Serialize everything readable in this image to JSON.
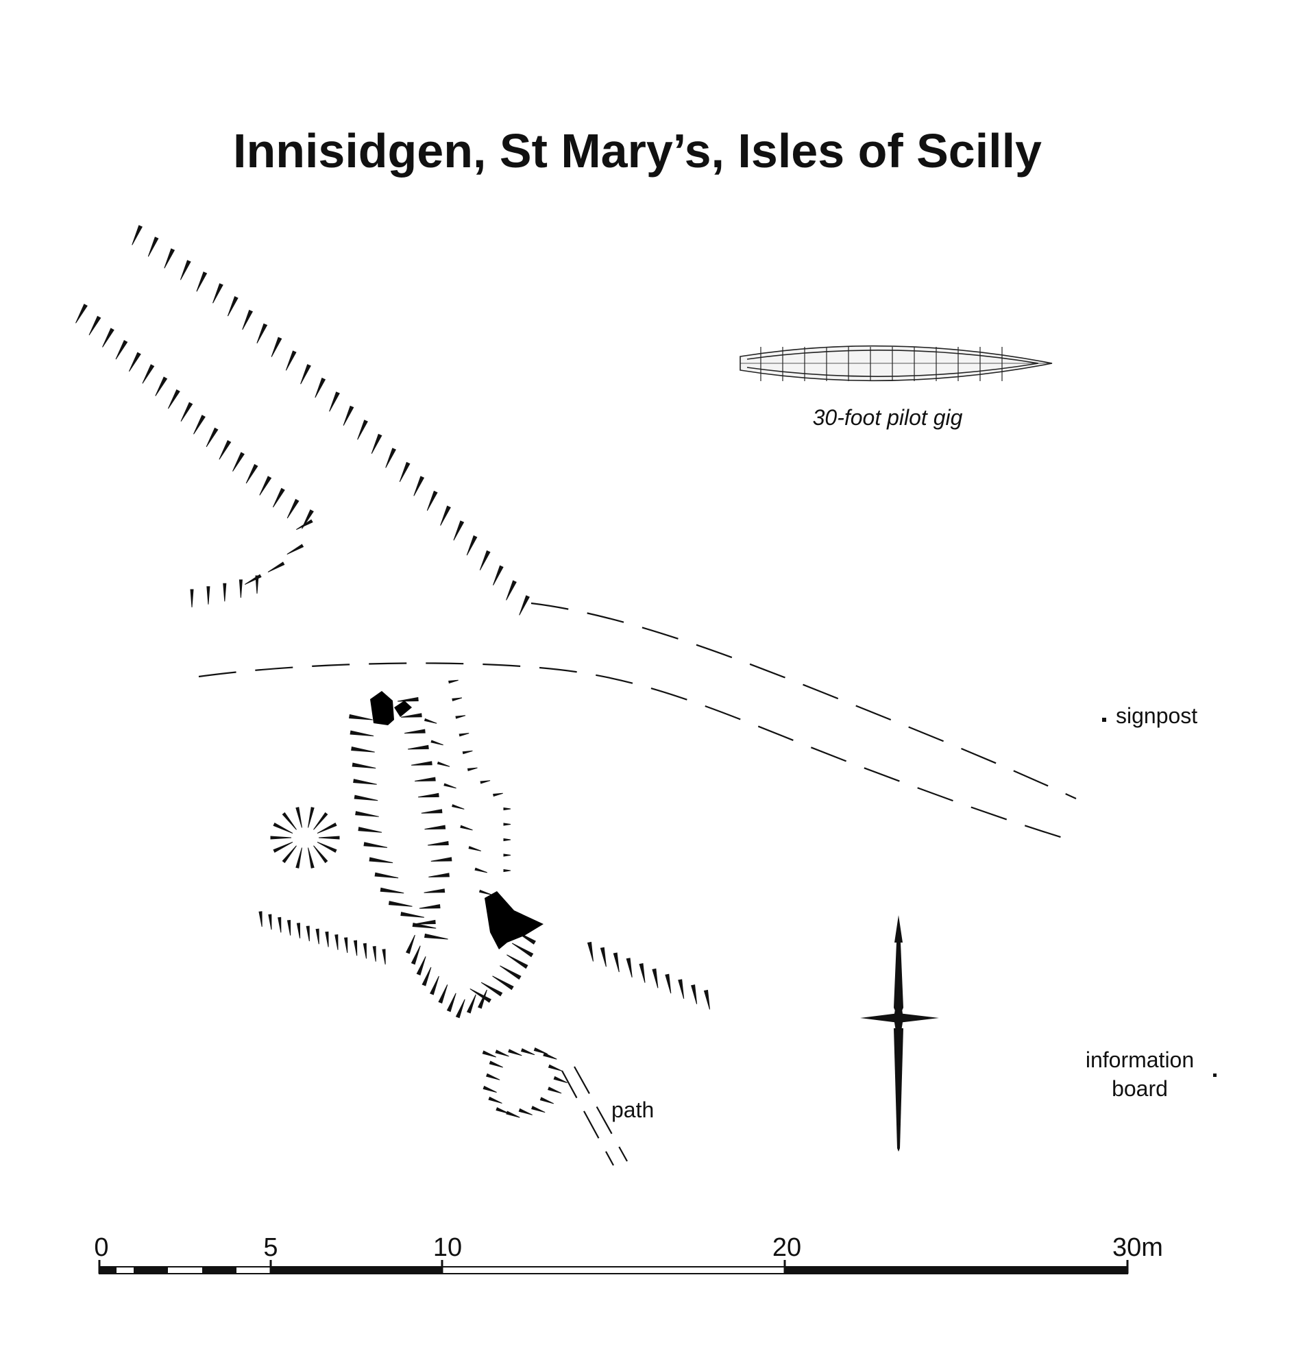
{
  "title": "Innisidgen, St Mary’s, Isles of Scilly",
  "labels": {
    "boat": "30-foot pilot gig",
    "signpost": "signpost",
    "info_board_line1": "information",
    "info_board_line2": "board",
    "path": "path"
  },
  "scale_bar": {
    "ticks": [
      "0",
      "5",
      "10",
      "20",
      "30m"
    ]
  },
  "icons": [
    "north-arrow-icon",
    "pilot-gig-boat-icon"
  ]
}
